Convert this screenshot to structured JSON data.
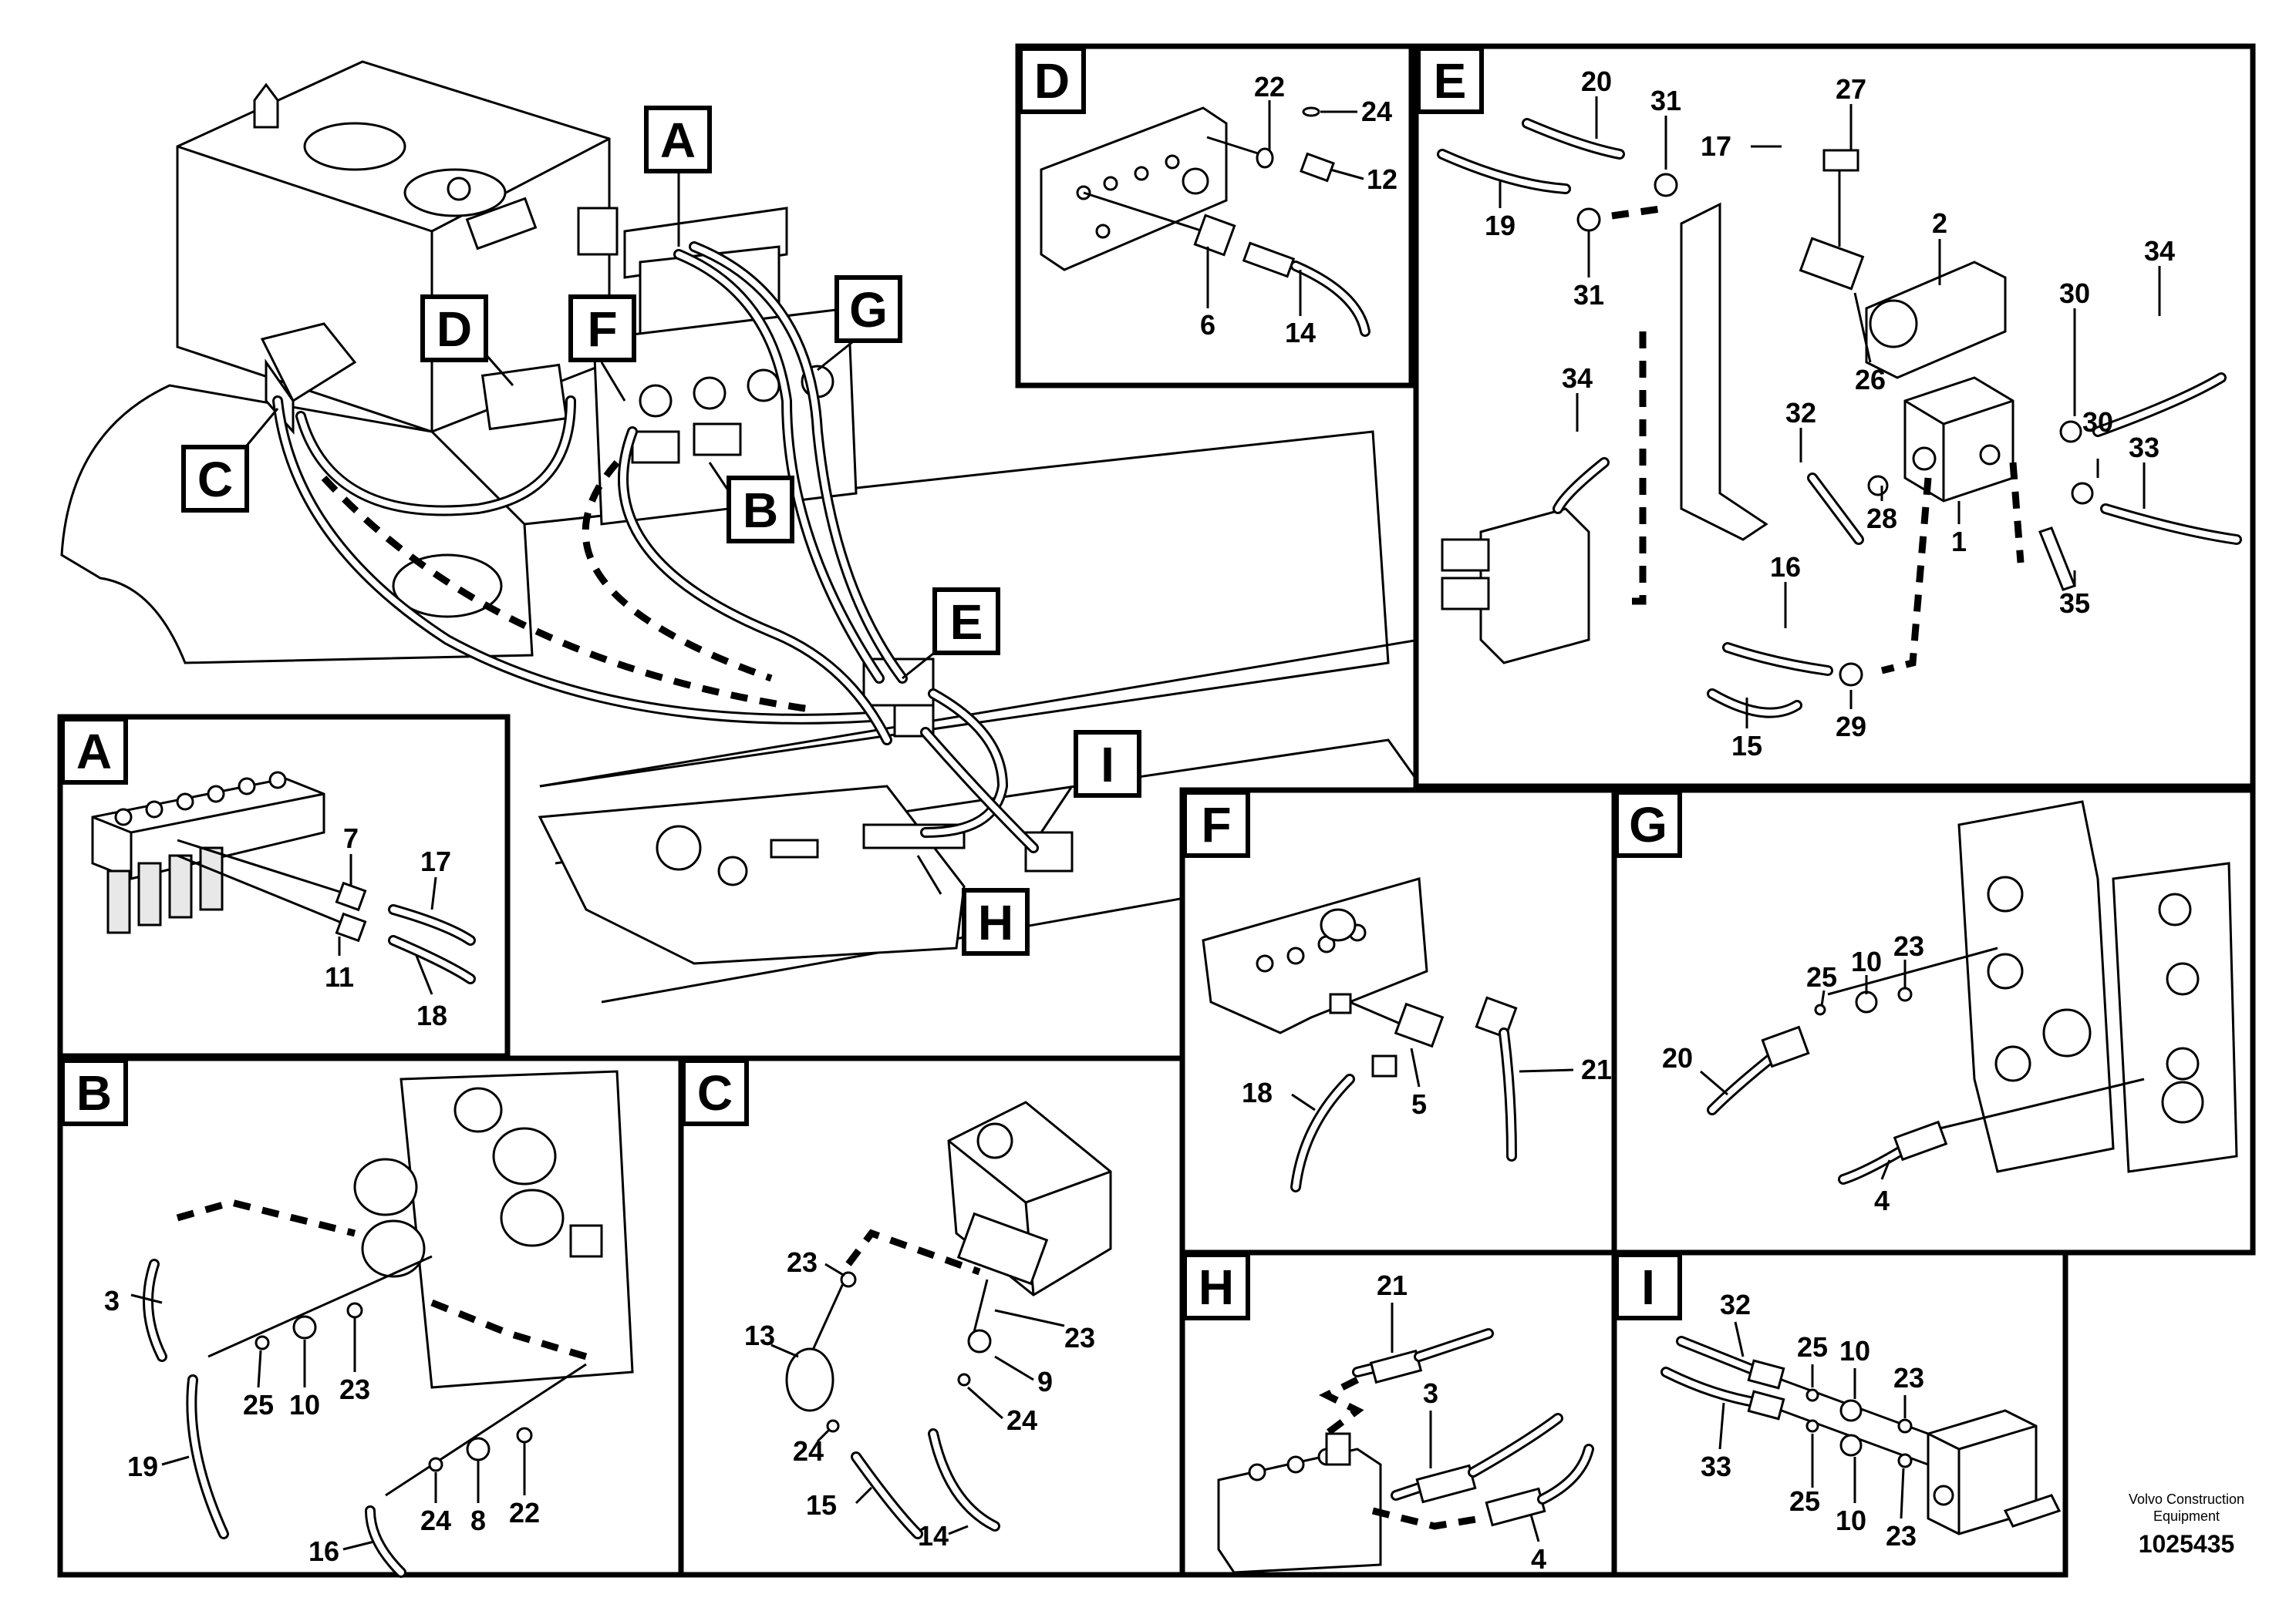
{
  "main_callouts": [
    "A",
    "B",
    "C",
    "D",
    "E",
    "F",
    "G",
    "H",
    "I"
  ],
  "panels": {
    "A": {
      "tag": "A",
      "labels": [
        "7",
        "17",
        "11",
        "18"
      ]
    },
    "B": {
      "tag": "B",
      "labels": [
        "3",
        "25",
        "10",
        "23",
        "19",
        "24",
        "8",
        "22",
        "16"
      ]
    },
    "C": {
      "tag": "C",
      "labels": [
        "23",
        "13",
        "23",
        "9",
        "24",
        "24",
        "15",
        "14"
      ]
    },
    "D": {
      "tag": "D",
      "labels": [
        "22",
        "24",
        "12",
        "6",
        "14"
      ]
    },
    "E": {
      "tag": "E",
      "labels": [
        "20",
        "31",
        "17",
        "27",
        "19",
        "31",
        "2",
        "34",
        "30",
        "34",
        "32",
        "26",
        "28",
        "30",
        "33",
        "1",
        "16",
        "35",
        "15",
        "29"
      ]
    },
    "F": {
      "tag": "F",
      "labels": [
        "18",
        "5",
        "21"
      ]
    },
    "G": {
      "tag": "G",
      "labels": [
        "25",
        "10",
        "23",
        "20",
        "4"
      ]
    },
    "H": {
      "tag": "H",
      "labels": [
        "21",
        "3",
        "4"
      ]
    },
    "I": {
      "tag": "I",
      "labels": [
        "32",
        "25",
        "10",
        "23",
        "33",
        "25",
        "10",
        "23"
      ]
    }
  },
  "footer": {
    "company_line1": "Volvo Construction",
    "company_line2": "Equipment",
    "doc_number": "1025435"
  }
}
